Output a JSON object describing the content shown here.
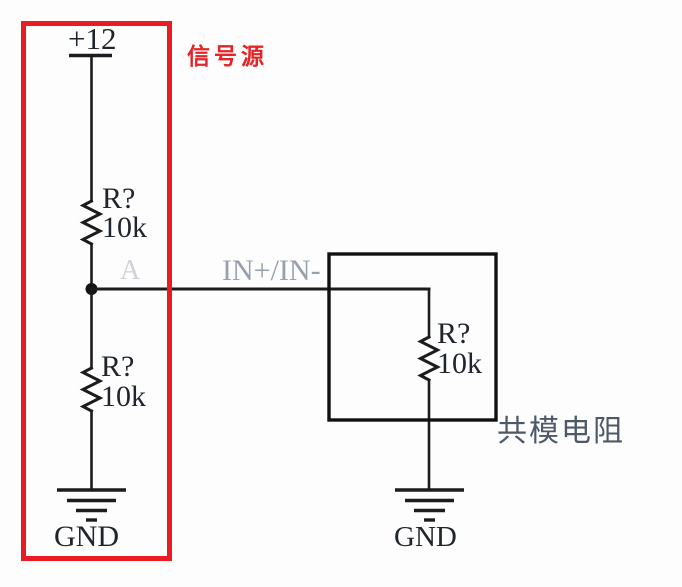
{
  "schematic": {
    "power_label": "+12",
    "node_label": "A",
    "net_label": "IN+/IN-",
    "resistors": {
      "top": {
        "designator": "R?",
        "value": "10k"
      },
      "bottom": {
        "designator": "R?",
        "value": "10k"
      },
      "common_mode": {
        "designator": "R?",
        "value": "10k"
      }
    },
    "grounds": {
      "left": "GND",
      "right": "GND"
    }
  },
  "annotations": {
    "signal_source_label": "信号源",
    "common_mode_label": "共模电阻"
  },
  "colors": {
    "background": "#fdfdfd",
    "wire": "#1c1c1c",
    "label_text": "#20252d",
    "highlight_red": "#e81c22",
    "net_label_gray": "#98a0ad",
    "node_label_faint": "#ced3da",
    "cjk_annotation_dark": "#4d5968"
  }
}
